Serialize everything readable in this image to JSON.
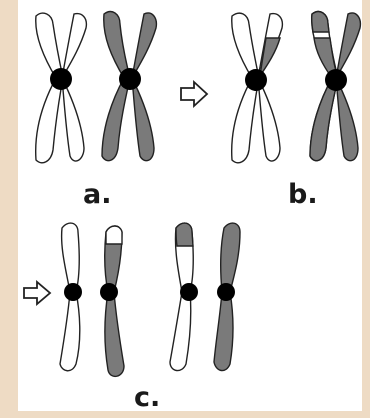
{
  "figure": {
    "labels": {
      "a": "a.",
      "b": "b.",
      "c": "c."
    }
  }
}
